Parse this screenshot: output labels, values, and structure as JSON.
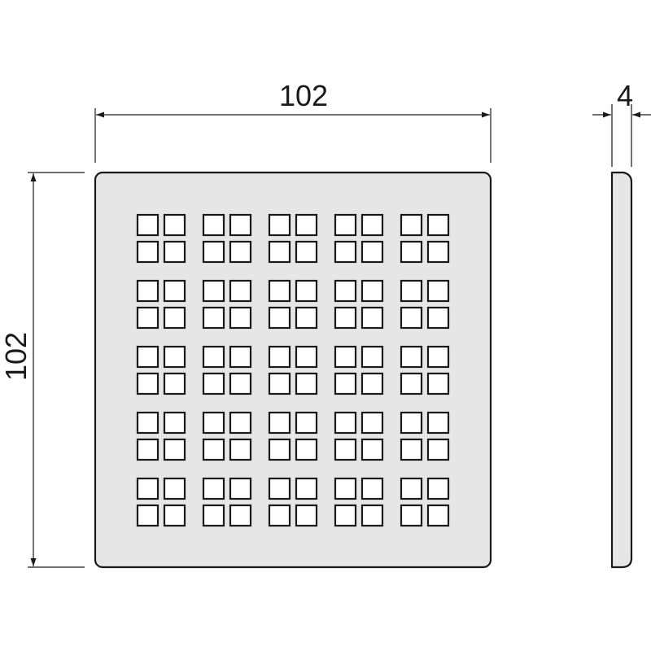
{
  "dimensions": {
    "width_label": "102",
    "height_label": "102",
    "thickness_label": "4"
  },
  "grate": {
    "cluster_rows": 5,
    "cluster_cols": 5,
    "holes_per_cluster": 4
  },
  "colors": {
    "plate_fill": "#e6e6e6",
    "line": "#1a1a1a",
    "hole_fill": "#ffffff"
  }
}
